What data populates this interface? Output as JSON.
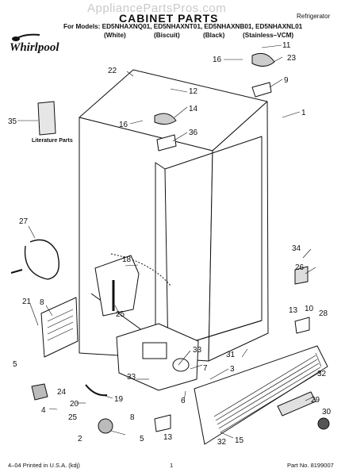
{
  "header": {
    "watermark": "AppliancePartsPros.com",
    "title": "CABINET PARTS",
    "category": "Refrigerator",
    "models_line": "For Models: ED5NHAXNQ01, ED5NHAXNT01, ED5NHAXNB01, ED5NHAXNL01",
    "colors": [
      "(White)",
      "(Biscuit)",
      "(Black)",
      "(Stainless–VCM)"
    ],
    "brand": "Whirlpool"
  },
  "literature_label": "Literature Parts",
  "callouts": [
    "11",
    "23",
    "16",
    "9",
    "22",
    "12",
    "14",
    "16",
    "36",
    "1",
    "35",
    "27",
    "34",
    "26",
    "18",
    "25",
    "21",
    "8",
    "13",
    "10",
    "28",
    "33",
    "31",
    "7",
    "3",
    "5",
    "33",
    "24",
    "19",
    "6",
    "32",
    "20",
    "4",
    "29",
    "25",
    "30",
    "8",
    "13",
    "2",
    "5",
    "15",
    "32"
  ],
  "footer": {
    "left": "4–04 Printed in U.S.A. (kdj)",
    "page": "1",
    "right": "Part No. 8199007"
  }
}
